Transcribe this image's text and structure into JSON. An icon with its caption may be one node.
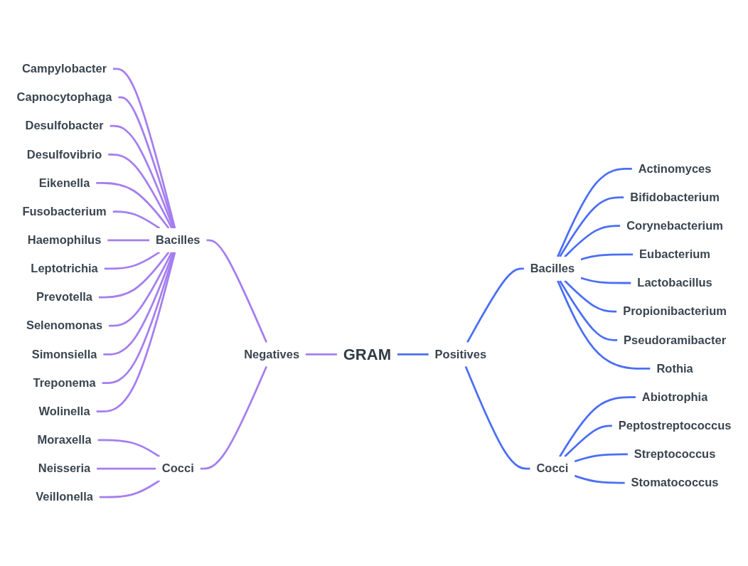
{
  "diagram": {
    "nodes": [
      {
        "text": [
          "GRAM"
        ]
      },
      {
        "text": [
          "Negatives"
        ]
      },
      {
        "text": [
          "Positives"
        ]
      },
      {
        "text": [
          "Bacilles"
        ]
      },
      {
        "text": [
          "Cocci"
        ]
      },
      {
        "text": [
          "Bacilles"
        ]
      },
      {
        "text": [
          "Cocci"
        ]
      },
      {
        "text": [
          "Campylobacter"
        ]
      },
      {
        "text": [
          "Capnocytophaga"
        ]
      },
      {
        "text": [
          "Desulfobacter"
        ]
      },
      {
        "text": [
          "Desulfovibrio"
        ]
      },
      {
        "text": [
          "Eikenella"
        ]
      },
      {
        "text": [
          "Fusobacterium"
        ]
      },
      {
        "text": [
          "Haemophilus"
        ]
      },
      {
        "text": [
          "Leptotrichia"
        ]
      },
      {
        "text": [
          "Prevotella"
        ]
      },
      {
        "text": [
          "Selenomonas"
        ]
      },
      {
        "text": [
          "Simonsiella"
        ]
      },
      {
        "text": [
          "Treponema"
        ]
      },
      {
        "text": [
          "Wolinella"
        ]
      },
      {
        "text": [
          "Moraxella"
        ]
      },
      {
        "text": [
          "Neisseria"
        ]
      },
      {
        "text": [
          "Veillonella"
        ]
      },
      {
        "text": [
          "Actinomyces"
        ]
      },
      {
        "text": [
          "Bifidobacterium"
        ]
      },
      {
        "text": [
          "Corynebacterium"
        ]
      },
      {
        "text": [
          "Eubacterium"
        ]
      },
      {
        "text": [
          "Lactobacillus"
        ]
      },
      {
        "text": [
          "Propionibacterium"
        ]
      },
      {
        "text": [
          "Pseudoramibacter"
        ]
      },
      {
        "text": [
          "Rothia"
        ]
      },
      {
        "text": [
          "Abiotrophia"
        ]
      },
      {
        "text": [
          "Peptostreptococcus"
        ]
      },
      {
        "text": [
          "Streptococcus"
        ]
      },
      {
        "text": [
          "Stomatococcus"
        ]
      }
    ],
    "edges": [
      {
        "from": 1,
        "to": 0,
        "arrow": "none"
      },
      {
        "from": 0,
        "to": 2,
        "arrow": "none",
        "color": "#4a6ef5"
      },
      {
        "from": 3,
        "to": 1,
        "arrow": "none"
      },
      {
        "from": 4,
        "to": 1,
        "arrow": "none"
      },
      {
        "from": 2,
        "to": 5,
        "arrow": "none",
        "color": "#4a6ef5"
      },
      {
        "from": 2,
        "to": 6,
        "arrow": "none",
        "color": "#4a6ef5"
      },
      {
        "from": 7,
        "to": 3,
        "arrow": "none"
      },
      {
        "from": 8,
        "to": 3,
        "arrow": "none"
      },
      {
        "from": 9,
        "to": 3,
        "arrow": "none"
      },
      {
        "from": 10,
        "to": 3,
        "arrow": "none"
      },
      {
        "from": 11,
        "to": 3,
        "arrow": "none"
      },
      {
        "from": 12,
        "to": 3,
        "arrow": "none"
      },
      {
        "from": 13,
        "to": 3,
        "arrow": "none"
      },
      {
        "from": 14,
        "to": 3,
        "arrow": "none"
      },
      {
        "from": 15,
        "to": 3,
        "arrow": "none"
      },
      {
        "from": 16,
        "to": 3,
        "arrow": "none"
      },
      {
        "from": 17,
        "to": 3,
        "arrow": "none"
      },
      {
        "from": 18,
        "to": 3,
        "arrow": "none"
      },
      {
        "from": 19,
        "to": 3,
        "arrow": "none"
      },
      {
        "from": 20,
        "to": 4,
        "arrow": "none"
      },
      {
        "from": 21,
        "to": 4,
        "arrow": "none"
      },
      {
        "from": 22,
        "to": 4,
        "arrow": "none"
      },
      {
        "from": 5,
        "to": 23,
        "arrow": "none",
        "color": "#4a6ef5"
      },
      {
        "from": 5,
        "to": 24,
        "arrow": "none",
        "color": "#4a6ef5"
      },
      {
        "from": 5,
        "to": 25,
        "arrow": "none",
        "color": "#4a6ef5"
      },
      {
        "from": 5,
        "to": 26,
        "arrow": "none",
        "color": "#4a6ef5"
      },
      {
        "from": 5,
        "to": 27,
        "arrow": "none",
        "color": "#4a6ef5"
      },
      {
        "from": 5,
        "to": 28,
        "arrow": "none",
        "color": "#4a6ef5"
      },
      {
        "from": 5,
        "to": 29,
        "arrow": "none",
        "color": "#4a6ef5"
      },
      {
        "from": 5,
        "to": 30,
        "arrow": "none",
        "color": "#4a6ef5"
      },
      {
        "from": 6,
        "to": 31,
        "arrow": "none",
        "color": "#4a6ef5"
      },
      {
        "from": 6,
        "to": 32,
        "arrow": "none",
        "color": "#4a6ef5"
      },
      {
        "from": 6,
        "to": 33,
        "arrow": "none",
        "color": "#4a6ef5"
      },
      {
        "from": 6,
        "to": 34,
        "arrow": "none",
        "color": "#4a6ef5"
      }
    ]
  }
}
